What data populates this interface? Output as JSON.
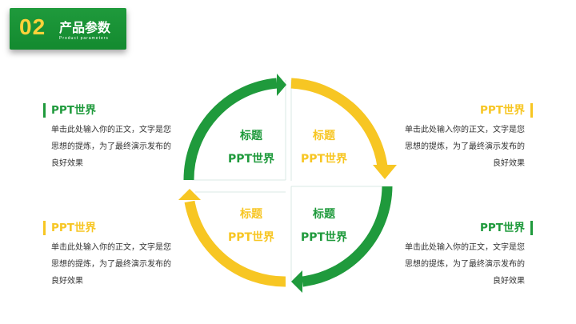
{
  "header": {
    "number": "02",
    "title": "产品参数",
    "subtitle": "Product parameters"
  },
  "colors": {
    "green": "#1f9a3c",
    "yellow": "#f7c623"
  },
  "blocks": [
    {
      "title": "PPT世界",
      "text": "单击此处输入你的正文，文字是您思想的提炼，为了最终演示发布的良好效果"
    },
    {
      "title": "PPT世界",
      "text": "单击此处输入你的正文，文字是您思想的提炼，为了最终演示发布的良好效果"
    },
    {
      "title": "PPT世界",
      "text": "单击此处输入你的正文，文字是您思想的提炼，为了最终演示发布的良好效果"
    },
    {
      "title": "PPT世界",
      "text": "单击此处输入你的正文，文字是您思想的提炼，为了最终演示发布的良好效果"
    }
  ],
  "quadrants": [
    {
      "title": "标题",
      "subtitle": "PPT世界"
    },
    {
      "title": "标题",
      "subtitle": "PPT世界"
    },
    {
      "title": "标题",
      "subtitle": "PPT世界"
    },
    {
      "title": "标题",
      "subtitle": "PPT世界"
    }
  ]
}
